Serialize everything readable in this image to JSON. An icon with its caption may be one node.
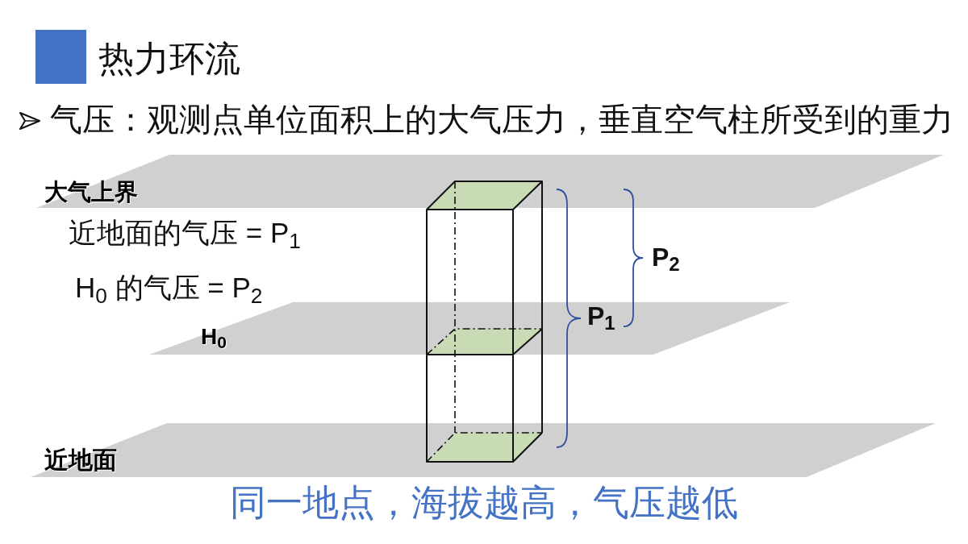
{
  "diagram": {
    "title": "热力环流",
    "caption": "同一地点，海拔越高，气压越低",
    "nodes": [
      {
        "text": [
          "大气上界"
        ]
      },
      {
        "text": [
          "H$_{0}$"
        ]
      },
      {
        "text": [
          "近地面"
        ]
      }
    ],
    "labels": [
      "气压：观测点单位面积上的大气压力，垂直空气柱所受到的重力",
      "近地面的气压 = P$_{1}$",
      "P$_{2}$",
      "H$_{0}$ 的气压 = P$_{2}$",
      "P$_{1}$"
    ]
  }
}
